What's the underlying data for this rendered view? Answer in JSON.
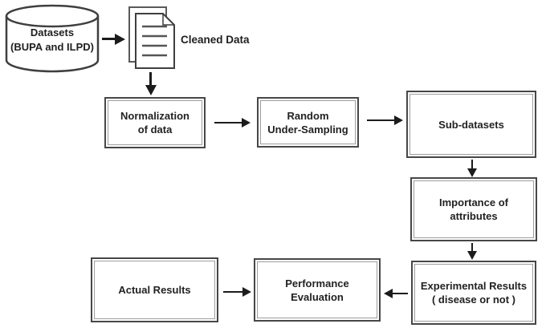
{
  "diagram": {
    "colors": {
      "background": "#ffffff",
      "line": "#1c1c1c",
      "box_border_outer": "#474747",
      "box_border_inner": "#9e9e9e",
      "text": "#222222"
    },
    "nodes": {
      "datasets": {
        "shape": "database-cylinder",
        "line1": "Datasets",
        "line2": "(BUPA and ILPD)"
      },
      "cleaned_data": {
        "shape": "document",
        "label": "Cleaned Data"
      },
      "normalization": {
        "shape": "process",
        "line1": "Normalization",
        "line2": "of data"
      },
      "random_under_sampling": {
        "shape": "process",
        "line1": "Random",
        "line2": "Under-Sampling"
      },
      "sub_datasets": {
        "shape": "process",
        "label": "Sub-datasets"
      },
      "importance_of_attributes": {
        "shape": "process",
        "line1": "Importance of",
        "line2": "attributes"
      },
      "experimental_results": {
        "shape": "process",
        "line1": "Experimental Results",
        "line2": "( disease or not )"
      },
      "performance_evaluation": {
        "shape": "process",
        "line1": "Performance",
        "line2": "Evaluation"
      },
      "actual_results": {
        "shape": "process",
        "label": "Actual Results"
      }
    },
    "edges": [
      {
        "from": "datasets",
        "to": "cleaned_data"
      },
      {
        "from": "cleaned_data",
        "to": "normalization"
      },
      {
        "from": "normalization",
        "to": "random_under_sampling"
      },
      {
        "from": "random_under_sampling",
        "to": "sub_datasets"
      },
      {
        "from": "sub_datasets",
        "to": "importance_of_attributes"
      },
      {
        "from": "importance_of_attributes",
        "to": "experimental_results"
      },
      {
        "from": "experimental_results",
        "to": "performance_evaluation"
      },
      {
        "from": "actual_results",
        "to": "performance_evaluation"
      }
    ]
  }
}
